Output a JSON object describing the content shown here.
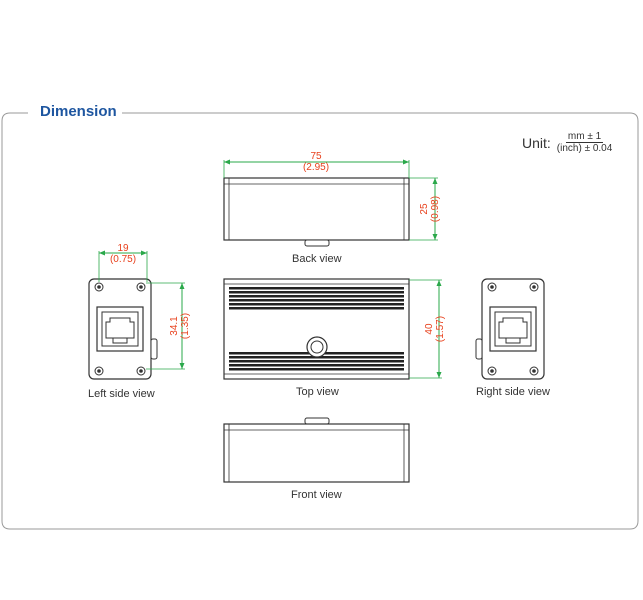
{
  "section_title": "Dimension",
  "unit": {
    "label": "Unit:",
    "numerator": "mm ± 1",
    "denominator": "(inch) ± 0.04"
  },
  "views": {
    "back": "Back view",
    "left": "Left side view",
    "top": "Top view",
    "right": "Right side view",
    "front": "Front view"
  },
  "dimensions": {
    "back_width": {
      "mm": "75",
      "inch": "(2.95)"
    },
    "back_height": {
      "mm": "25",
      "inch": "(0.98)"
    },
    "left_width": {
      "mm": "19",
      "inch": "(0.75)"
    },
    "left_height": {
      "mm": "34.1",
      "inch": "(1.35)"
    },
    "top_height": {
      "mm": "40",
      "inch": "(1.57)"
    }
  },
  "colors": {
    "title": "#1e56a0",
    "dimension_line": "#2aa84a",
    "dimension_text": "#e8401c",
    "frame": "#999999"
  }
}
